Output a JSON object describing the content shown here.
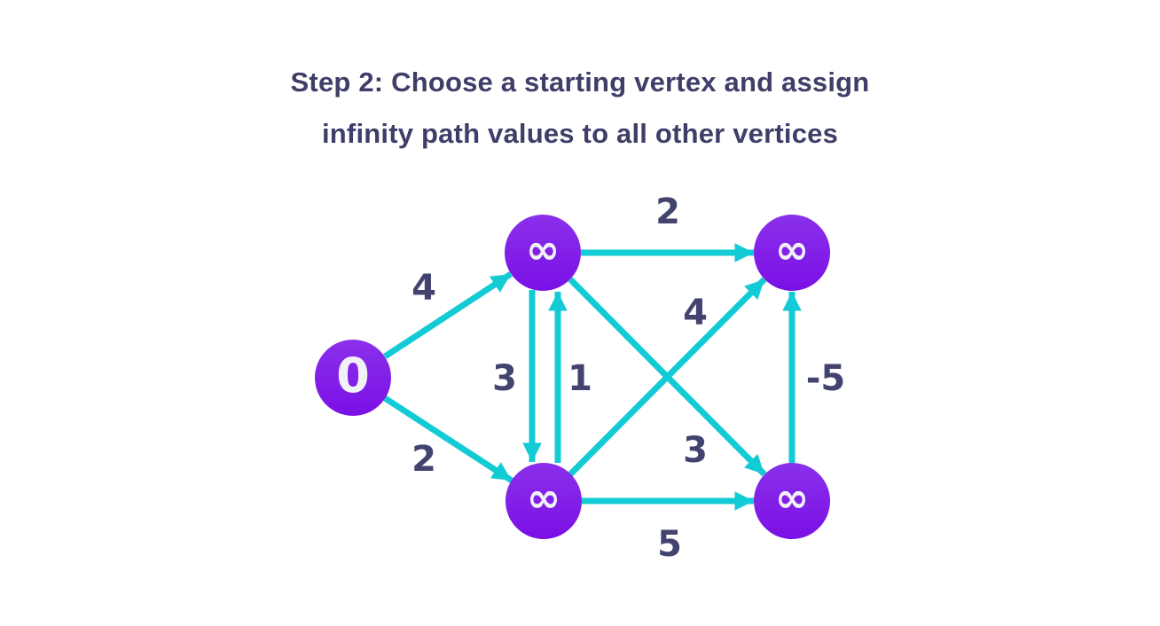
{
  "title": {
    "line1": "Step 2: Choose a starting vertex and assign",
    "line2": "infinity path values to all other vertices"
  },
  "graph": {
    "nodes": [
      {
        "id": "start",
        "label": "0"
      },
      {
        "id": "top-middle",
        "label": "∞"
      },
      {
        "id": "top-right",
        "label": "∞"
      },
      {
        "id": "bottom-middle",
        "label": "∞"
      },
      {
        "id": "bottom-right",
        "label": "∞"
      }
    ],
    "edges": [
      {
        "from": "start",
        "to": "top-middle",
        "weight": "4"
      },
      {
        "from": "start",
        "to": "bottom-middle",
        "weight": "2"
      },
      {
        "from": "top-middle",
        "to": "top-right",
        "weight": "2"
      },
      {
        "from": "top-middle",
        "to": "bottom-middle",
        "weight": "3"
      },
      {
        "from": "bottom-middle",
        "to": "top-middle",
        "weight": "1"
      },
      {
        "from": "bottom-middle",
        "to": "top-right",
        "weight": "4"
      },
      {
        "from": "top-middle",
        "to": "bottom-right",
        "weight": "3"
      },
      {
        "from": "bottom-middle",
        "to": "bottom-right",
        "weight": "5"
      },
      {
        "from": "bottom-right",
        "to": "top-right",
        "weight": "-5"
      }
    ]
  },
  "colors": {
    "edge": "#12cbd5",
    "node_gradient_top": "#8a30ea",
    "node_gradient_bottom": "#7a10e5",
    "node_text": "#f2f1f7",
    "label_text": "#434370",
    "title_text": "#3e3e68",
    "background": "#ffffff"
  }
}
